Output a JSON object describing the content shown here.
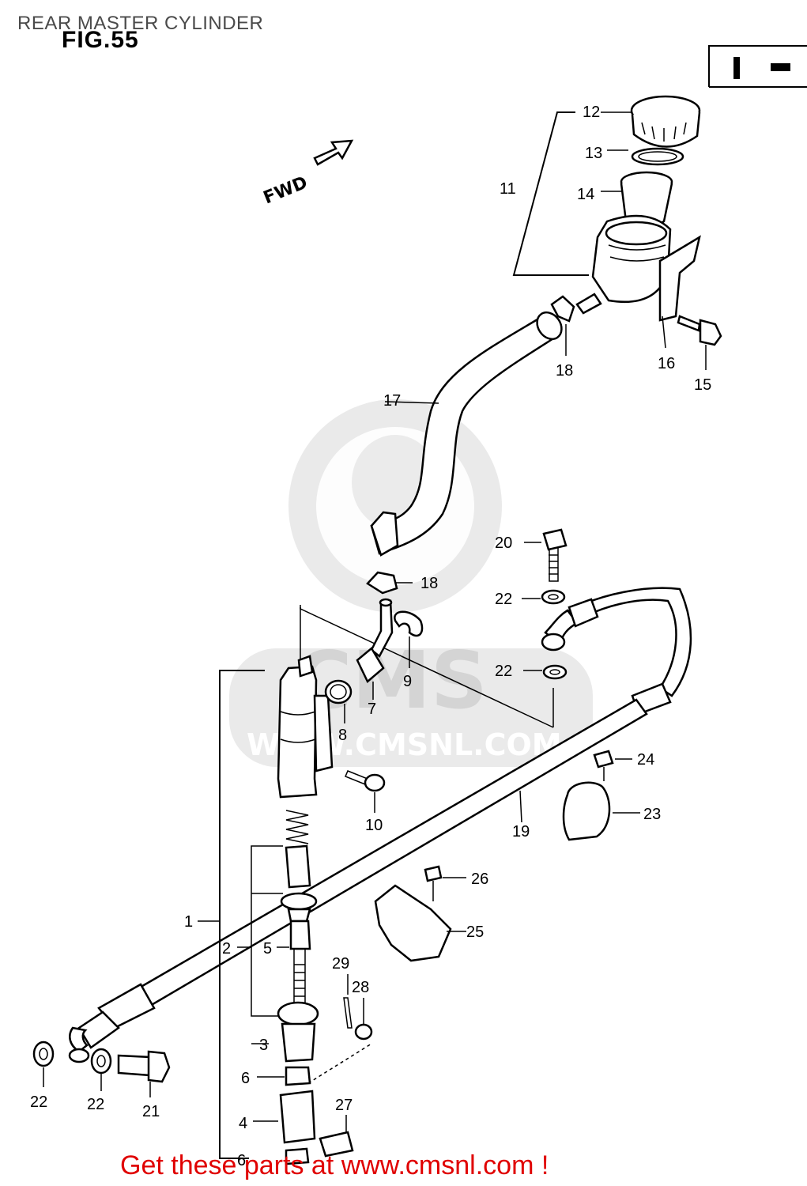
{
  "header": {
    "title": "REAR MASTER CYLINDER"
  },
  "figure": {
    "label": "FIG.55",
    "direction": "FWD"
  },
  "watermark": {
    "brand": "CMS",
    "url": "WWW.CMSNL.COM"
  },
  "callouts": {
    "p1": "1",
    "p2": "2",
    "p3": "3",
    "p4": "4",
    "p5": "5",
    "p6a": "6",
    "p6b": "6",
    "p7": "7",
    "p8": "8",
    "p9": "9",
    "p10": "10",
    "p11": "11",
    "p12": "12",
    "p13": "13",
    "p14": "14",
    "p15": "15",
    "p16": "16",
    "p17": "17",
    "p18a": "18",
    "p18b": "18",
    "p19": "19",
    "p20": "20",
    "p22a": "22",
    "p22b": "22",
    "p22c": "22",
    "p22d": "22",
    "p21": "21",
    "p23": "23",
    "p24": "24",
    "p25": "25",
    "p26": "26",
    "p27": "27",
    "p28": "28",
    "p29": "29"
  },
  "footer": {
    "link_text": "Get these parts at www.cmsnl.com !"
  }
}
